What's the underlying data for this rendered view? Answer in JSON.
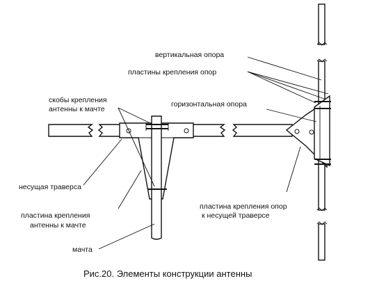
{
  "labels": {
    "vertical_support": "вертикальная опора",
    "support_plates": "пластины крепления опор",
    "horizontal_support": "горизонтальная опора",
    "brackets_line1": "скобы крепления",
    "brackets_line2": "антенны к мачте",
    "carrier_beam": "несущая траверса",
    "plate_mast_line1": "пластина крепления",
    "plate_mast_line2": "антенны к мачте",
    "plate_beam_line1": "пластина крепления опор",
    "plate_beam_line2": "к несущей траверсе",
    "mast": "мачта"
  },
  "caption": "Рис.20. Элементы конструкции антенны"
}
